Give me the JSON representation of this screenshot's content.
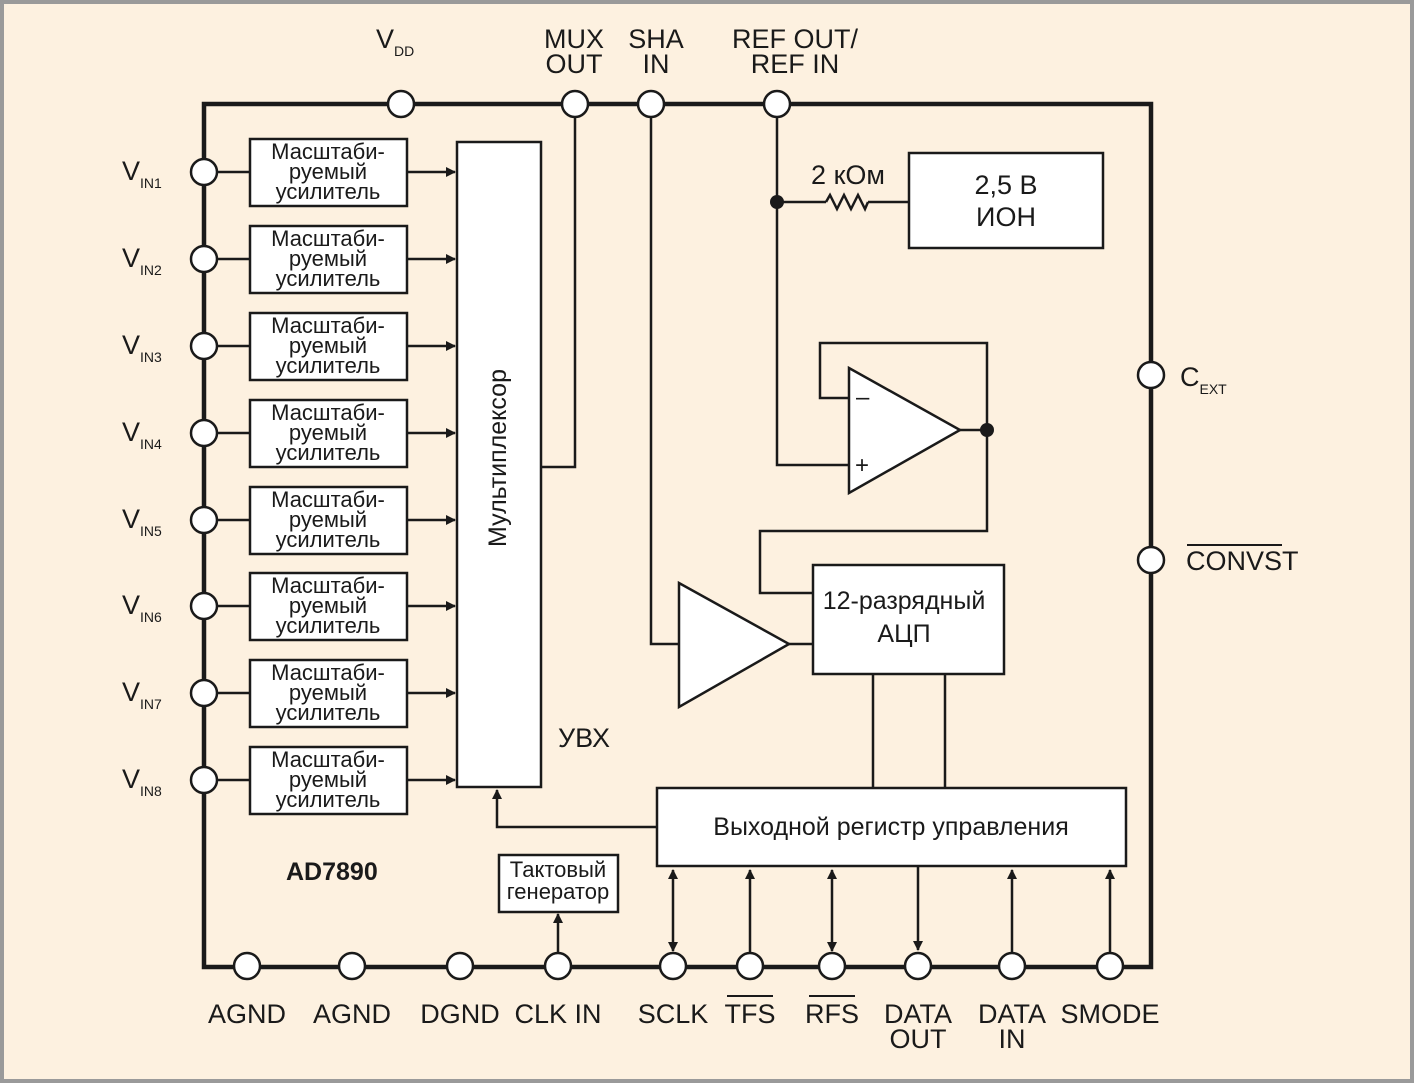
{
  "chip": {
    "name": "AD7890"
  },
  "top_pins": {
    "vdd": {
      "main": "V",
      "sub": "DD"
    },
    "mux_out": [
      "MUX",
      "OUT"
    ],
    "sha_in": [
      "SHA",
      "IN"
    ],
    "ref": [
      "REF OUT/",
      "REF IN"
    ]
  },
  "inputs": [
    {
      "main": "V",
      "sub": "IN1"
    },
    {
      "main": "V",
      "sub": "IN2"
    },
    {
      "main": "V",
      "sub": "IN3"
    },
    {
      "main": "V",
      "sub": "IN4"
    },
    {
      "main": "V",
      "sub": "IN5"
    },
    {
      "main": "V",
      "sub": "IN6"
    },
    {
      "main": "V",
      "sub": "IN7"
    },
    {
      "main": "V",
      "sub": "IN8"
    }
  ],
  "amp_label": [
    "Масштаби-",
    "руемый",
    "усилитель"
  ],
  "mux_label": "Мультиплексор",
  "resistor_label": "2 кОм",
  "reference": [
    "2,5 В",
    "ИОН"
  ],
  "opamp": {
    "minus": "–",
    "plus": "+"
  },
  "adc": [
    "12-разрядный",
    "АЦП"
  ],
  "sha_label": "УВХ",
  "register": "Выходной регистр управления",
  "clock": [
    "Тактовый",
    "генератор"
  ],
  "right_pins": {
    "cext": {
      "main": "C",
      "sub": "EXT"
    },
    "convst": "CONVST"
  },
  "bottom_pins": [
    [
      "AGND"
    ],
    [
      "AGND"
    ],
    [
      "DGND"
    ],
    [
      "CLK IN"
    ],
    [
      "SCLK"
    ],
    [
      "TFS"
    ],
    [
      "RFS"
    ],
    [
      "DATA",
      "OUT"
    ],
    [
      "DATA",
      "IN"
    ],
    [
      "SMODE"
    ]
  ],
  "colors": {
    "background": "#fdf1e0",
    "frame": "#9a9a9a",
    "ink": "#1a1a1a",
    "block_fill": "#ffffff"
  }
}
